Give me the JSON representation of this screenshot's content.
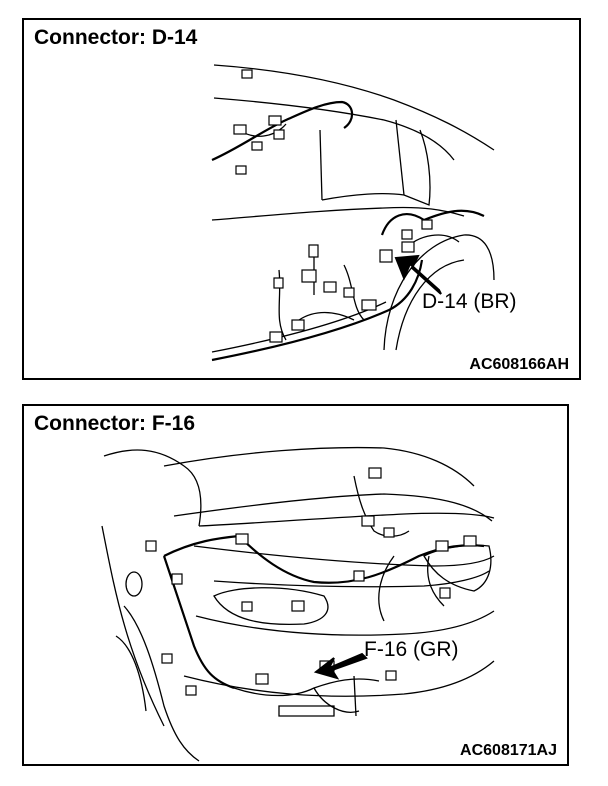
{
  "panels": [
    {
      "title": "Connector: D-14",
      "callout": "D-14 (BR)",
      "figure_code": "AC608166AH"
    },
    {
      "title": "Connector: F-16",
      "callout": "F-16 (GR)",
      "figure_code": "AC608171AJ"
    }
  ]
}
